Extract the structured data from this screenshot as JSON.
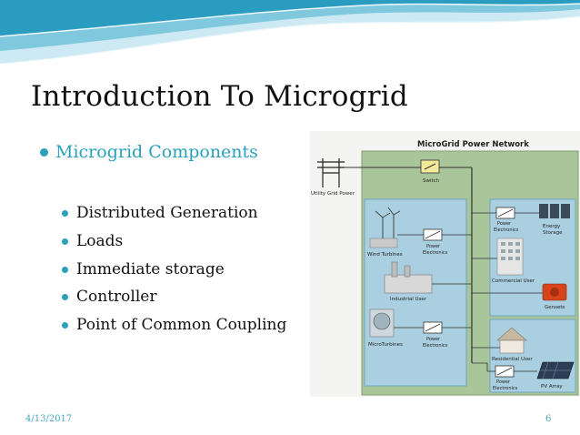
{
  "slide": {
    "title": "Introduction To Microgrid",
    "bullet": "Microgrid Components",
    "subbullets": [
      "Distributed Generation",
      "Loads",
      "Immediate storage",
      "Controller",
      "Point of Common Coupling"
    ],
    "date": "4/13/2017",
    "page": "6"
  },
  "diagram": {
    "title": "MicroGrid Power Network",
    "utility": "Utility Grid Power",
    "switch": "Switch",
    "wind": "Wind Turbines",
    "industrial": "Industrial User",
    "microturbines": "MicroTurbines",
    "pe": "Power",
    "pe2": "Electronics",
    "energy1": "Energy",
    "energy2": "Storage",
    "commercial": "Commercial User",
    "gensets": "Gensets",
    "residential": "Residential User",
    "pv": "PV Array"
  },
  "colors": {
    "accent": "#2aa0bd",
    "wave_dark": "#1e8fb0",
    "wave_light": "#bfe6f2",
    "panel_green": "#a9c59a",
    "panel_blue": "#a9cfe0"
  }
}
